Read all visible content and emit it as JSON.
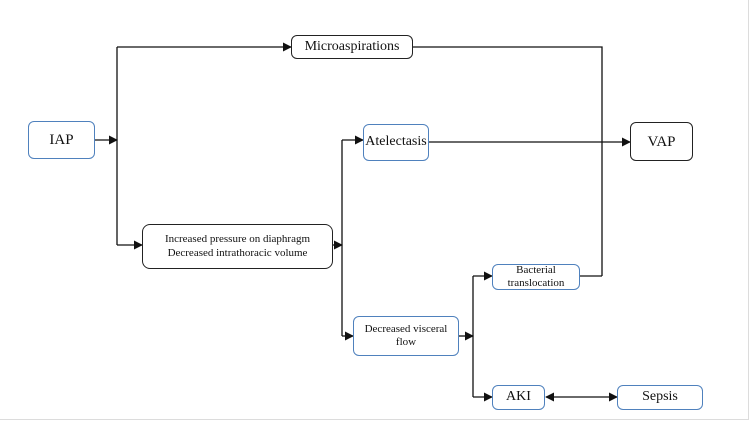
{
  "nodes": {
    "iap": "IAP",
    "microaspirations": "Microaspirations",
    "atelectasis": "Atelectasis",
    "vap": "VAP",
    "diaphragm": "Increased pressure on diaphragm\nDecreased intrathoracic volume",
    "visceral_flow": "Decreased visceral\nflow",
    "bacterial_translocation": "Bacterial\ntranslocation",
    "aki": "AKI",
    "sepsis": "Sepsis"
  },
  "colors": {
    "node_border_black": "#222222",
    "node_border_blue": "#4f81bd",
    "connector": "#111111"
  }
}
